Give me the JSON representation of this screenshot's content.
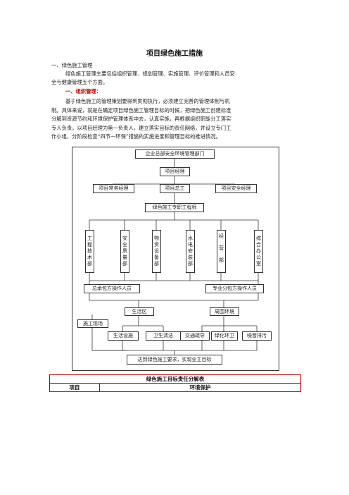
{
  "doc": {
    "title": "项目绿色施工措施",
    "section1_heading": "一、绿色施工管理",
    "section1_para_line1": "绿色施工管理主要包括组织管理、规划管理、实施管理、评价管理和人员安",
    "section1_para_line2": "全与健康管理五个方面。",
    "subheading": "一、组织管理：",
    "para2_lines": [
      "基于绿色施工的管理策划要得到贯彻执行，必须建立完善的管理体制与机",
      "制。具体来说，就是在确定项目绿色施工管理目标的时候，把绿色施工创建标准",
      "分解到资源节约和环境保护管理体系中去，认真实施，再根据组织职能分工落实",
      "专人负责，以项目经理为第一负责人，建立落实目标的责任网络，并设立专门工",
      "作小组，分阶段检查“四节一环保”措施的实施进度和管理目标的推进情况。"
    ]
  },
  "org_chart": {
    "top": "企业总部安全环境管理部门",
    "manager": "项目经理",
    "level2": [
      "项目常务经理",
      "项目总工",
      "项目安全经理"
    ],
    "engineer": "绿色施工专职工程师",
    "departments": [
      "工程技术部",
      "安全质量部",
      "物资设备部",
      "水电安装部",
      "经营部",
      "综合办公室"
    ],
    "operators": [
      "总承包方操作人员",
      "专业分包方操作人员"
    ],
    "living_area": "生活区",
    "surroundings": "周围环境",
    "site": "施工现场",
    "items": [
      "生活设施",
      "卫生清洁",
      "交通疏导",
      "绿化环卫",
      "噪音排污"
    ],
    "goal": "达到绿色施工要求，实现业主目标"
  },
  "table": {
    "title": "绿色施工目标责任分解表",
    "col1": "项目",
    "col2": "环境保护"
  }
}
